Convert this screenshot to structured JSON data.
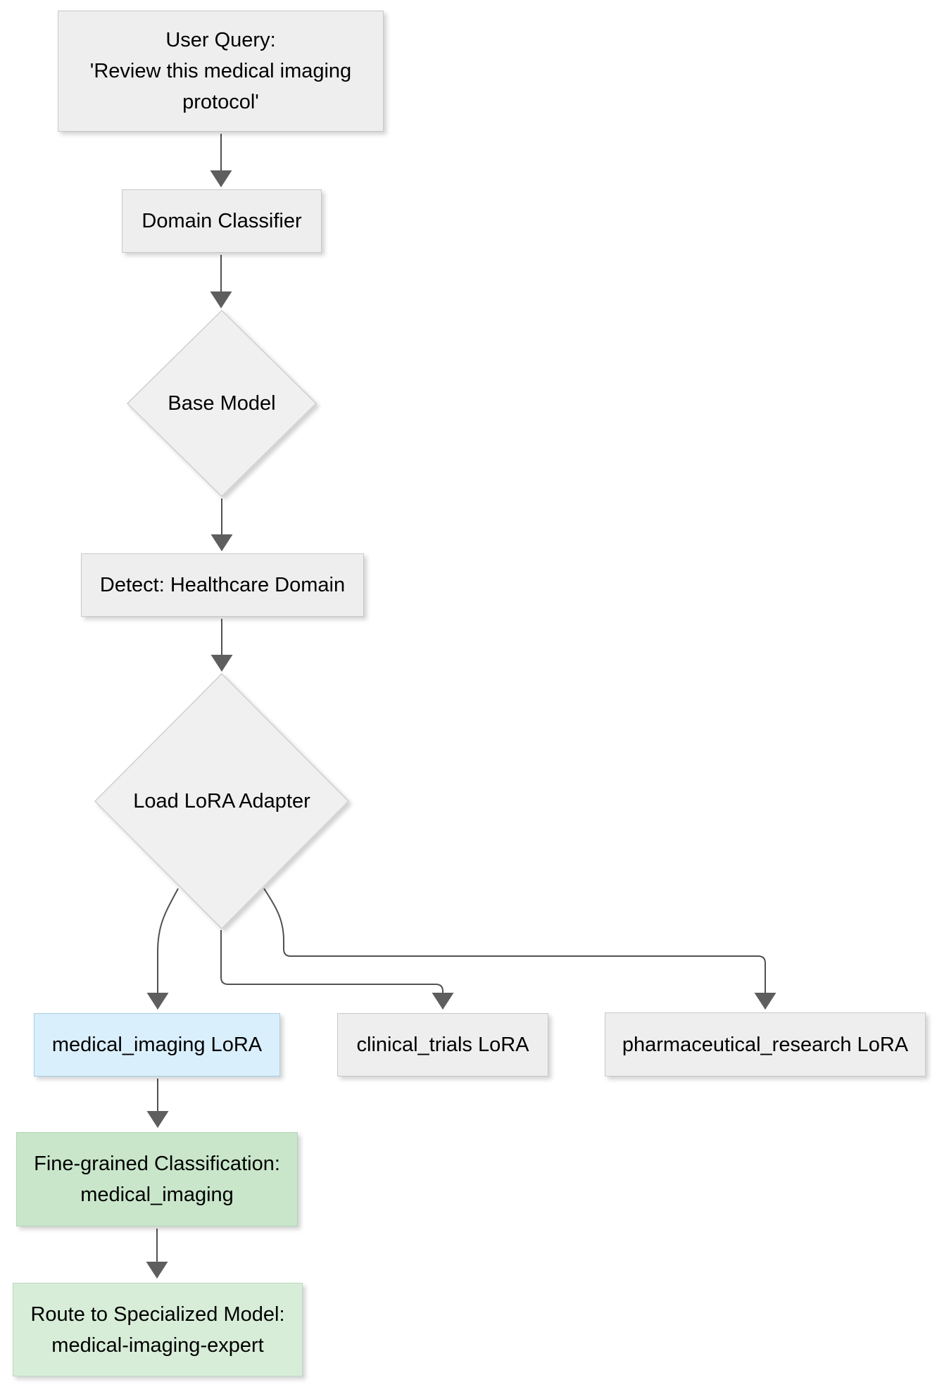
{
  "diagram": {
    "type": "flowchart",
    "direction": "top-down",
    "nodes": {
      "user_query": {
        "shape": "rect",
        "color": "#eeeeee",
        "lines": [
          "User Query:",
          "'Review this medical imaging",
          "protocol'"
        ]
      },
      "domain_classifier": {
        "shape": "rect",
        "color": "#eeeeee",
        "lines": [
          "Domain Classifier"
        ]
      },
      "base_model": {
        "shape": "diamond",
        "color": "#f0f0f0",
        "lines": [
          "Base Model"
        ]
      },
      "detect_healthcare": {
        "shape": "rect",
        "color": "#eeeeee",
        "lines": [
          "Detect: Healthcare Domain"
        ]
      },
      "load_lora": {
        "shape": "diamond",
        "color": "#f0f0f0",
        "lines": [
          "Load LoRA Adapter"
        ]
      },
      "medical_imaging_lora": {
        "shape": "rect",
        "color": "#daeffc",
        "lines": [
          "medical_imaging LoRA"
        ]
      },
      "clinical_trials_lora": {
        "shape": "rect",
        "color": "#eeeeee",
        "lines": [
          "clinical_trials LoRA"
        ]
      },
      "pharmaceutical_research_lora": {
        "shape": "rect",
        "color": "#eeeeee",
        "lines": [
          "pharmaceutical_research LoRA"
        ]
      },
      "fine_grained_classification": {
        "shape": "rect",
        "color": "#c9e6ca",
        "lines": [
          "Fine-grained Classification:",
          "medical_imaging"
        ]
      },
      "route_specialized": {
        "shape": "rect",
        "color": "#d7edd8",
        "lines": [
          "Route to Specialized Model:",
          "medical-imaging-expert"
        ]
      }
    },
    "edges": [
      {
        "from": "user_query",
        "to": "domain_classifier"
      },
      {
        "from": "domain_classifier",
        "to": "base_model"
      },
      {
        "from": "base_model",
        "to": "detect_healthcare"
      },
      {
        "from": "detect_healthcare",
        "to": "load_lora"
      },
      {
        "from": "load_lora",
        "to": "medical_imaging_lora"
      },
      {
        "from": "load_lora",
        "to": "clinical_trials_lora"
      },
      {
        "from": "load_lora",
        "to": "pharmaceutical_research_lora"
      },
      {
        "from": "medical_imaging_lora",
        "to": "fine_grained_classification"
      },
      {
        "from": "fine_grained_classification",
        "to": "route_specialized"
      }
    ],
    "colors": {
      "background": "#ffffff",
      "node_gray": "#eeeeee",
      "node_blue": "#daeffc",
      "node_green_dark": "#c9e6ca",
      "node_green_light": "#d7edd8",
      "edge": "#515151",
      "arrowhead": "#5e5e5e",
      "text": "#000000"
    }
  }
}
